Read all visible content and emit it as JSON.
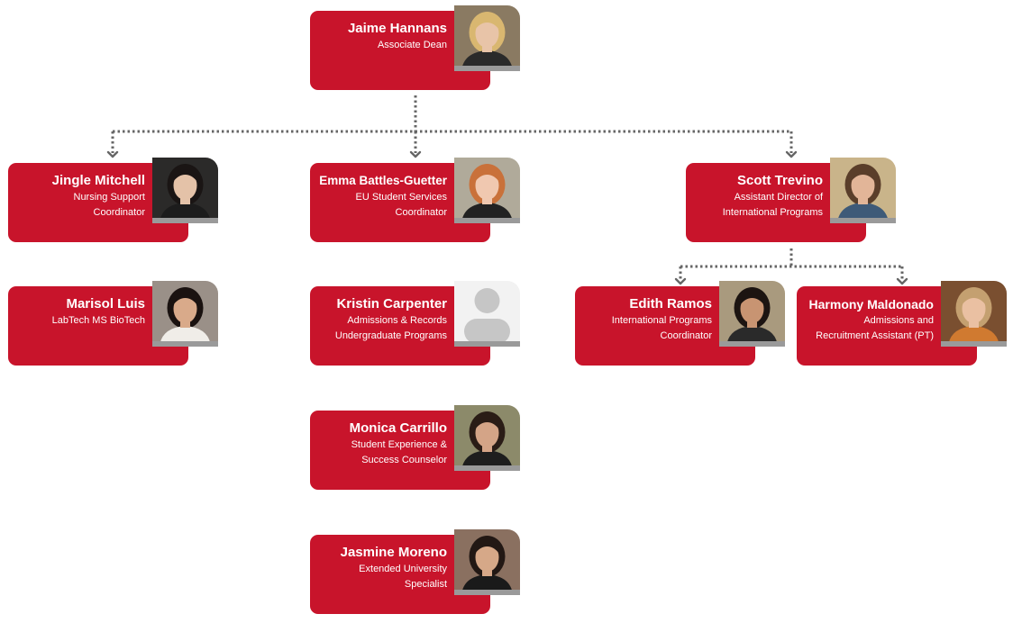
{
  "people": [
    {
      "id": "jaime",
      "name": "Jaime Hannans",
      "title": [
        "Associate Dean"
      ],
      "photo": {
        "bg": "#8a7a62",
        "skin": "#e8c4a8",
        "hair": "#d9b770",
        "shirt": "#2a2a2a"
      }
    },
    {
      "id": "jingle",
      "name": "Jingle Mitchell",
      "title": [
        "Nursing Support",
        "Coordinator"
      ],
      "photo": {
        "bg": "#2b2a29",
        "skin": "#e4c2a8",
        "hair": "#1a1514",
        "shirt": "#1c1c1c"
      }
    },
    {
      "id": "emma",
      "name": "Emma Battles-Guetter",
      "title": [
        "EU Student Services",
        "Coordinator"
      ],
      "photo": {
        "bg": "#b0aa9a",
        "skin": "#f0c8b0",
        "hair": "#c9713a",
        "shirt": "#222222"
      }
    },
    {
      "id": "scott",
      "name": "Scott Trevino",
      "title": [
        "Assistant Director of",
        "International Programs"
      ],
      "photo": {
        "bg": "#c9b48a",
        "skin": "#e2b598",
        "hair": "#5a3e2a",
        "shirt": "#3e5a78"
      }
    },
    {
      "id": "marisol",
      "name": "Marisol Luis",
      "title": [
        "LabTech MS BioTech"
      ],
      "photo": {
        "bg": "#9a9088",
        "skin": "#d9aa8a",
        "hair": "#1a1210",
        "shirt": "#f0ede8"
      }
    },
    {
      "id": "kristin",
      "name": "Kristin Carpenter",
      "title": [
        "Admissions & Records",
        "Undergraduate Programs"
      ],
      "photo": {
        "placeholder": true,
        "bg": "#f2f2f2",
        "skin": "#c6c6c6",
        "hair": "#c6c6c6",
        "shirt": "#c6c6c6"
      }
    },
    {
      "id": "edith",
      "name": "Edith Ramos",
      "title": [
        "International Programs",
        "Coordinator"
      ],
      "photo": {
        "bg": "#a99a7e",
        "skin": "#c89472",
        "hair": "#1c1411",
        "shirt": "#2a2a2a"
      }
    },
    {
      "id": "harmony",
      "name": "Harmony Maldonado",
      "title": [
        "Admissions and",
        "Recruitment Assistant (PT)"
      ],
      "photo": {
        "bg": "#7a4f30",
        "skin": "#eac0a2",
        "hair": "#c4a070",
        "shirt": "#d07a30"
      }
    },
    {
      "id": "monica",
      "name": "Monica Carrillo",
      "title": [
        "Student Experience &",
        "Success Counselor"
      ],
      "photo": {
        "bg": "#8c8a6a",
        "skin": "#d4a487",
        "hair": "#2a1c16",
        "shirt": "#1e1e1e"
      }
    },
    {
      "id": "jasmine",
      "name": "Jasmine Moreno",
      "title": [
        "Extended University",
        "Specialist"
      ],
      "photo": {
        "bg": "#8a7060",
        "skin": "#d6a888",
        "hair": "#221814",
        "shirt": "#1a1a1a"
      }
    }
  ],
  "colors": {
    "card": "#c8142b",
    "connector": "#666666",
    "text": "#ffffff"
  }
}
